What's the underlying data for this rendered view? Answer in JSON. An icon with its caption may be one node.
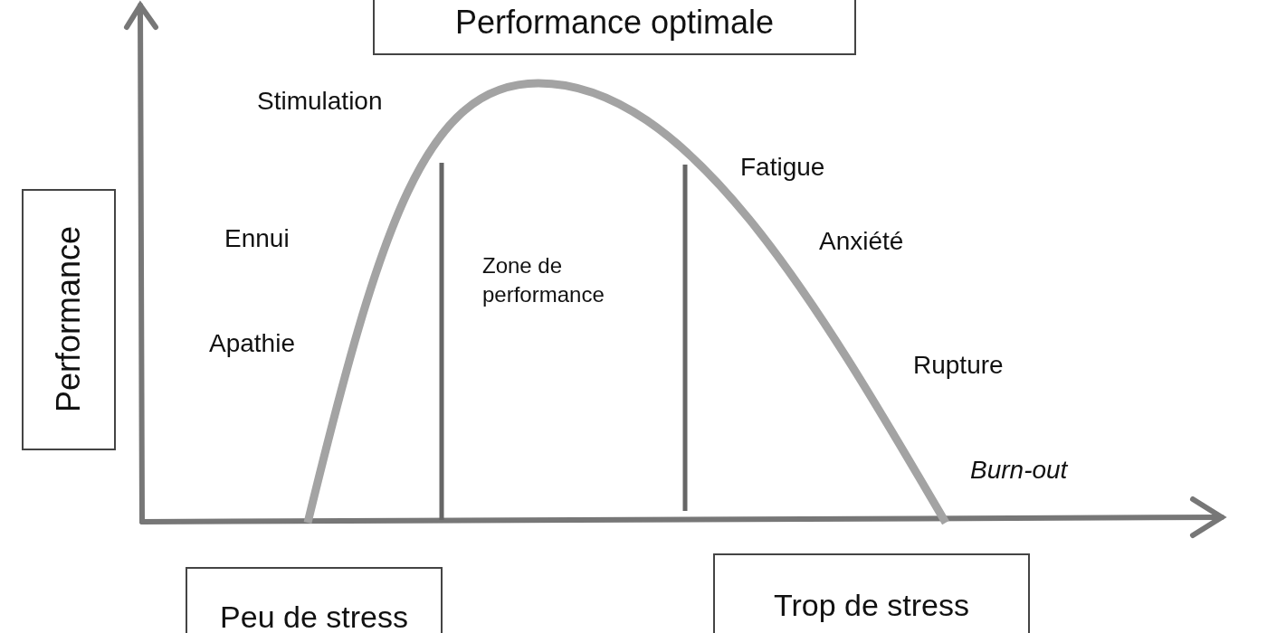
{
  "diagram": {
    "nodes": [
      {
        "text": [
          "Performance optimale"
        ]
      },
      {
        "text": [
          "Performance"
        ]
      },
      {
        "text": [
          "Peu de stress"
        ]
      },
      {
        "text": [
          "Trop de stress"
        ]
      }
    ],
    "labels": [
      "Stimulation",
      "Ennui",
      "Apathie",
      "Zone de performance",
      "Fatigue",
      "Anxiété",
      "Rupture",
      "Burn-out"
    ]
  }
}
